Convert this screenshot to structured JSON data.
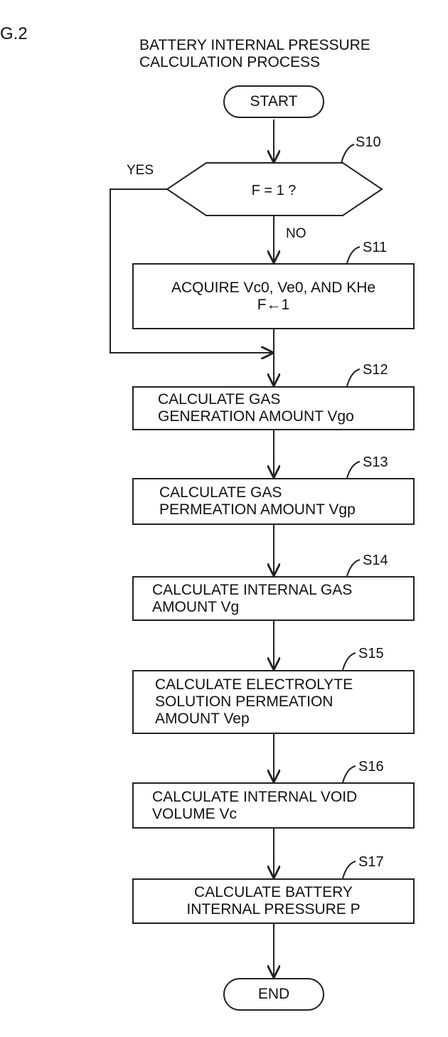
{
  "figure_label": "G.2",
  "title": [
    "BATTERY INTERNAL PRESSURE",
    "CALCULATION PROCESS"
  ],
  "start": "START",
  "end": "END",
  "decision": {
    "id": "S10",
    "text": "F = 1 ?",
    "yes": "YES",
    "no": "NO"
  },
  "steps": [
    {
      "id": "S11",
      "lines": [
        "ACQUIRE Vc0, Ve0, AND KHe",
        "F←1"
      ]
    },
    {
      "id": "S12",
      "lines": [
        "CALCULATE GAS",
        "GENERATION AMOUNT Vgo"
      ]
    },
    {
      "id": "S13",
      "lines": [
        "CALCULATE GAS",
        "PERMEATION AMOUNT Vgp"
      ]
    },
    {
      "id": "S14",
      "lines": [
        "CALCULATE INTERNAL GAS",
        "AMOUNT Vg"
      ]
    },
    {
      "id": "S15",
      "lines": [
        "CALCULATE ELECTROLYTE",
        "SOLUTION PERMEATION",
        "AMOUNT Vep"
      ]
    },
    {
      "id": "S16",
      "lines": [
        "CALCULATE INTERNAL VOID",
        "VOLUME Vc"
      ]
    },
    {
      "id": "S17",
      "lines": [
        "CALCULATE BATTERY",
        "INTERNAL PRESSURE P"
      ]
    }
  ]
}
